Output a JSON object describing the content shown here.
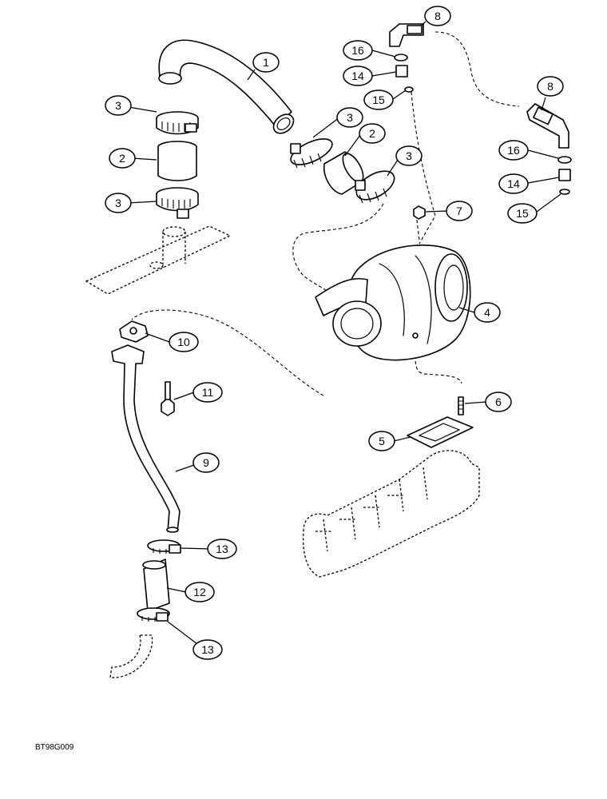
{
  "figure_code": "BT98G009",
  "callouts": [
    {
      "id": "c1",
      "label": "1"
    },
    {
      "id": "c2a",
      "label": "2"
    },
    {
      "id": "c2b",
      "label": "2"
    },
    {
      "id": "c3a",
      "label": "3"
    },
    {
      "id": "c3b",
      "label": "3"
    },
    {
      "id": "c3c",
      "label": "3"
    },
    {
      "id": "c3d",
      "label": "3"
    },
    {
      "id": "c4",
      "label": "4"
    },
    {
      "id": "c5",
      "label": "5"
    },
    {
      "id": "c6",
      "label": "6"
    },
    {
      "id": "c7",
      "label": "7"
    },
    {
      "id": "c8a",
      "label": "8"
    },
    {
      "id": "c8b",
      "label": "8"
    },
    {
      "id": "c9",
      "label": "9"
    },
    {
      "id": "c10",
      "label": "10"
    },
    {
      "id": "c11",
      "label": "11"
    },
    {
      "id": "c12",
      "label": "12"
    },
    {
      "id": "c13a",
      "label": "13"
    },
    {
      "id": "c13b",
      "label": "13"
    },
    {
      "id": "c14a",
      "label": "14"
    },
    {
      "id": "c14b",
      "label": "14"
    },
    {
      "id": "c15a",
      "label": "15"
    },
    {
      "id": "c15b",
      "label": "15"
    },
    {
      "id": "c16a",
      "label": "16"
    },
    {
      "id": "c16b",
      "label": "16"
    }
  ]
}
